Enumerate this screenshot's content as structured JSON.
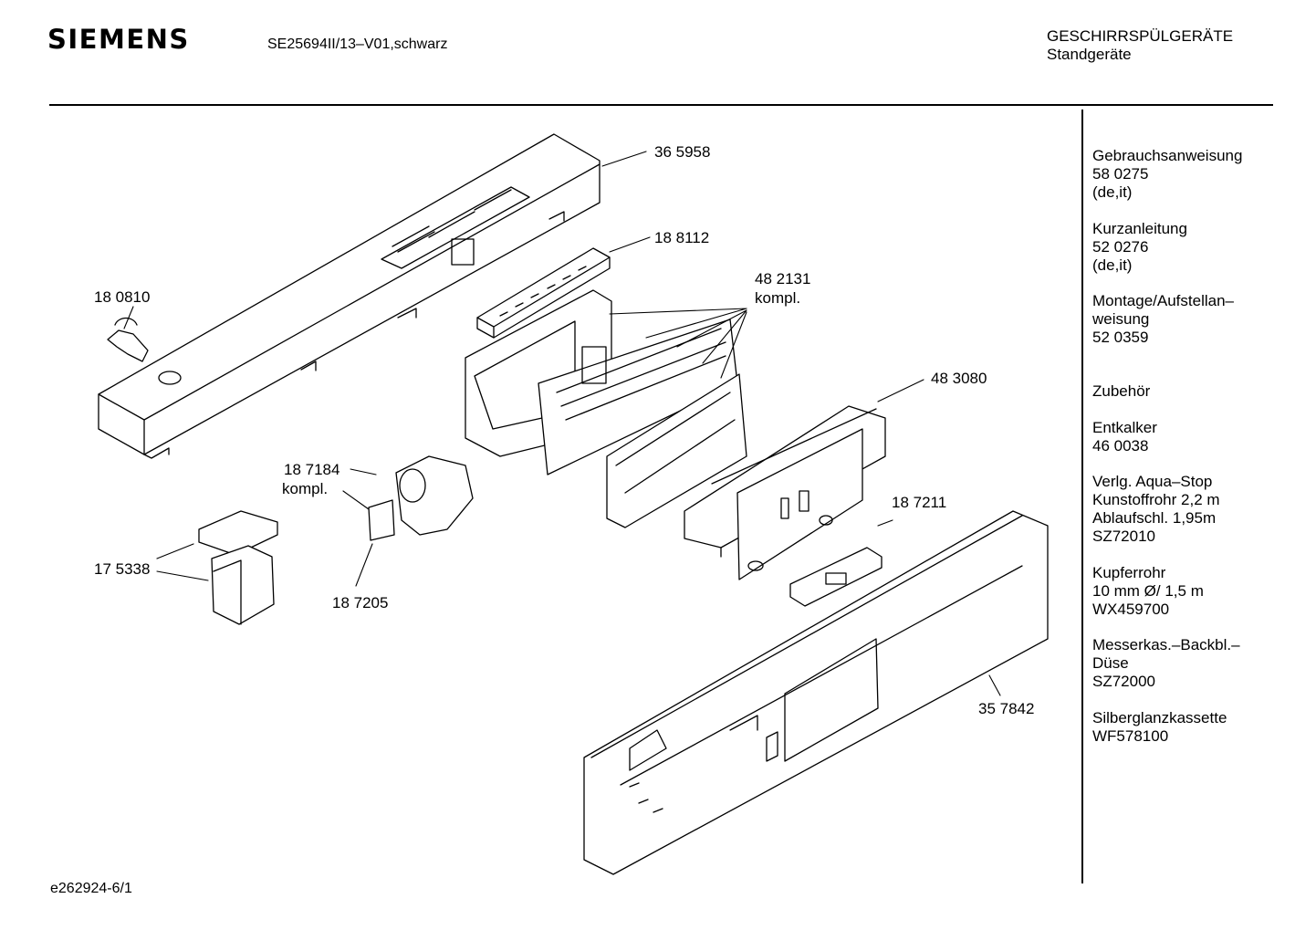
{
  "header": {
    "brand": "SIEMENS",
    "model": "SE25694II/13–V01,schwarz",
    "category_line1": "GESCHIRRSPÜLGERÄTE",
    "category_line2": "Standgeräte"
  },
  "sidebar": {
    "docs": [
      {
        "lines": [
          "Gebrauchsanweisung",
          "58 0275",
          "(de,it)"
        ]
      },
      {
        "lines": [
          "Kurzanleitung",
          "52 0276",
          "(de,it)"
        ]
      },
      {
        "lines": [
          "Montage/Aufstellan–",
          "weisung",
          "52 0359"
        ]
      },
      {
        "lines": [
          "Zubehör"
        ]
      },
      {
        "lines": [
          "Entkalker",
          "46 0038"
        ]
      },
      {
        "lines": [
          "Verlg. Aqua–Stop",
          "Kunstoffrohr 2,2 m",
          "Ablaufschl. 1,95m",
          "SZ72010"
        ]
      },
      {
        "lines": [
          "Kupferrohr",
          "10 mm Ø/ 1,5 m",
          "WX459700"
        ]
      },
      {
        "lines": [
          "Messerkas.–Backbl.–",
          "Düse",
          "SZ72000"
        ]
      },
      {
        "lines": [
          "Silberglanzkassette",
          "WF578100"
        ]
      }
    ]
  },
  "parts": {
    "p365958": "36 5958",
    "p188112": "18 8112",
    "p482131": "48 2131",
    "p482131_sub": "kompl.",
    "p180810": "18 0810",
    "p483080": "48 3080",
    "p187184": "18 7184",
    "p187184_sub": "kompl.",
    "p187211": "18 7211",
    "p175338": "17 5338",
    "p187205": "18 7205",
    "p357842": "35 7842"
  },
  "footer": {
    "drawing_id": "e262924-6/1"
  }
}
